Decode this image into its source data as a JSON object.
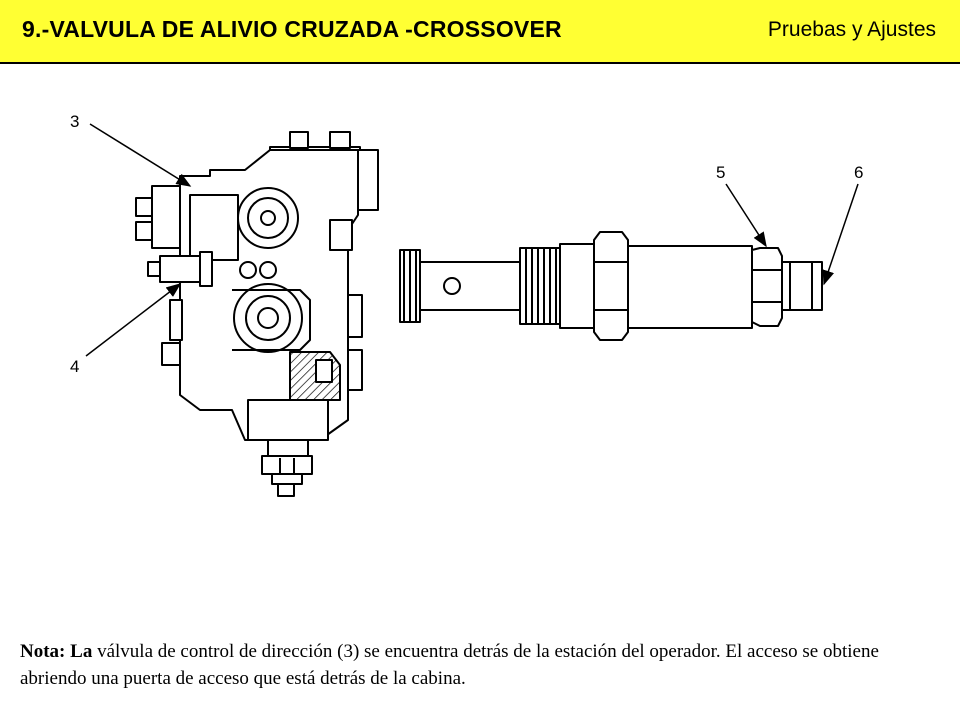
{
  "header": {
    "title": "9.-VALVULA DE ALIVIO CRUZADA -CROSSOVER",
    "section": "Pruebas y Ajustes",
    "background_color": "#ffff33"
  },
  "diagram": {
    "callouts": {
      "steering_valve": "3",
      "relief_valve_port": "4",
      "valve_body_nut": "5",
      "valve_tip": "6"
    }
  },
  "note": {
    "prefix": "Nota:",
    "emphasis": "La",
    "text": "válvula de control de dirección (3) se encuentra detrás de la estación del operador. El acceso se obtiene abriendo una puerta de acceso que está detrás de la cabina."
  }
}
